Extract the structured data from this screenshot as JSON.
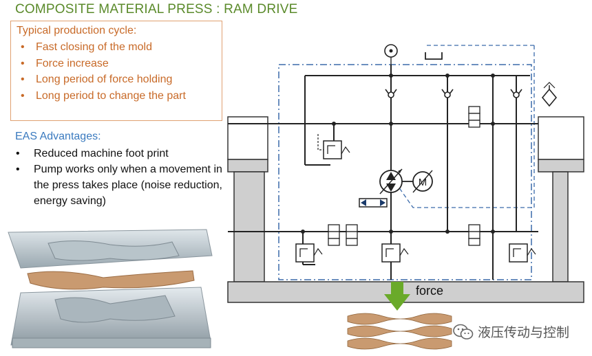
{
  "title": "COMPOSITE MATERIAL PRESS : RAM DRIVE",
  "cycle": {
    "heading": "Typical production cycle:",
    "items": [
      "Fast closing of the mold",
      "Force increase",
      "Long period of force holding",
      "Long period to change the part"
    ]
  },
  "advantages": {
    "heading": "EAS Advantages:",
    "items": [
      "Reduced  machine foot print",
      "Pump works only when a movement in the press takes place (noise reduction, energy saving)"
    ]
  },
  "schematic": {
    "force_label": "force",
    "motor_label": "M"
  },
  "watermark": {
    "text": "液压传动与控制",
    "icon": "wechat-icon"
  },
  "colors": {
    "title": "#5a8a2a",
    "cycle_text": "#c86a28",
    "cycle_border": "#e0a070",
    "advantages_heading": "#3a7abf",
    "force_arrow": "#6aaa2a",
    "dashed_line": "#3a6aaa",
    "frame_fill": "#cfcfcf"
  }
}
